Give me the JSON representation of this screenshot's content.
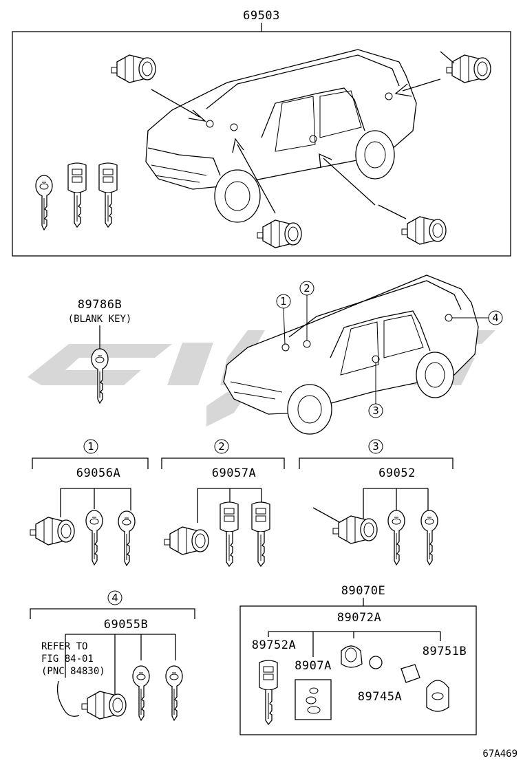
{
  "labels": {
    "top_assembly": "69503",
    "blank_key": "89786B",
    "blank_key_note": "(BLANK KEY)",
    "set1": "69056A",
    "set2": "69057A",
    "set3": "69052",
    "set4": "69055B",
    "refer_line1": "REFER TO",
    "refer_line2": "FIG 84-01",
    "refer_line3": "(PNC 84830)",
    "kit": "89070E",
    "kit_sub": "89072A",
    "kit_key": "89752A",
    "kit_cover": "8907A",
    "kit_battery": "89745A",
    "kit_fob": "89751B",
    "figure_code": "67A469"
  },
  "callouts": {
    "c1": "1",
    "c2": "2",
    "c3": "3",
    "c4": "4"
  },
  "watermark": "gray brand logo",
  "colors": {
    "line": "#000000",
    "watermark": "#d7d7d7",
    "background": "#ffffff"
  }
}
